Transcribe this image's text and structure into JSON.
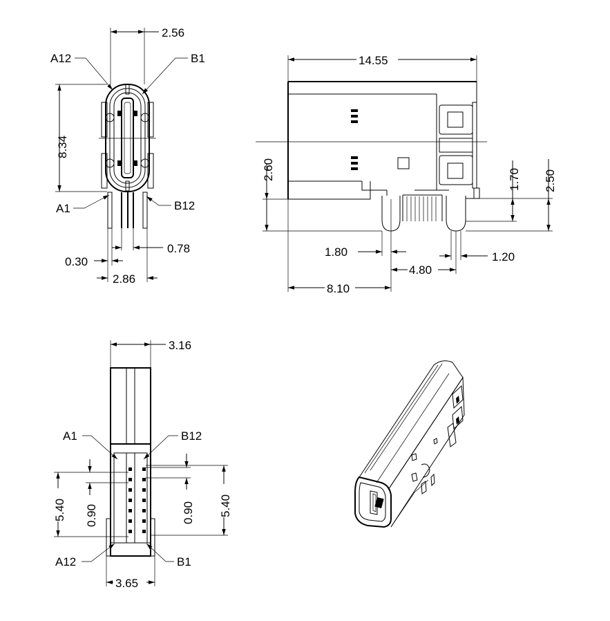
{
  "colors": {
    "ink": "#000000",
    "paper": "#ffffff"
  },
  "front_view": {
    "dim_width": "2.56",
    "dim_height": "8.34",
    "dim_pin_pitch": "0.78",
    "dim_pin_width": "0.30",
    "dim_leg_span": "2.86",
    "label_a12": "A12",
    "label_b1": "B1",
    "label_a1": "A1",
    "label_b12": "B12"
  },
  "side_view": {
    "dim_length": "14.55",
    "dim_leg_height": "2.60",
    "dim_pin_height": "1.70",
    "dim_shell_leg": "2.50",
    "dim_lead_offset": "1.80",
    "dim_leg_width": "1.20",
    "dim_lead_span": "4.80",
    "dim_front_to_lead": "8.10"
  },
  "bottom_view": {
    "dim_width": "3.16",
    "dim_pad_span_left": "5.40",
    "dim_pitch_left": "0.90",
    "dim_pitch_right": "0.90",
    "dim_pad_span_right": "5.40",
    "dim_outer_width": "3.65",
    "label_a1": "A1",
    "label_b12": "B12",
    "label_a12": "A12",
    "label_b1": "B1"
  },
  "iso_view": {
    "icon": "usb-c-connector-isometric"
  }
}
